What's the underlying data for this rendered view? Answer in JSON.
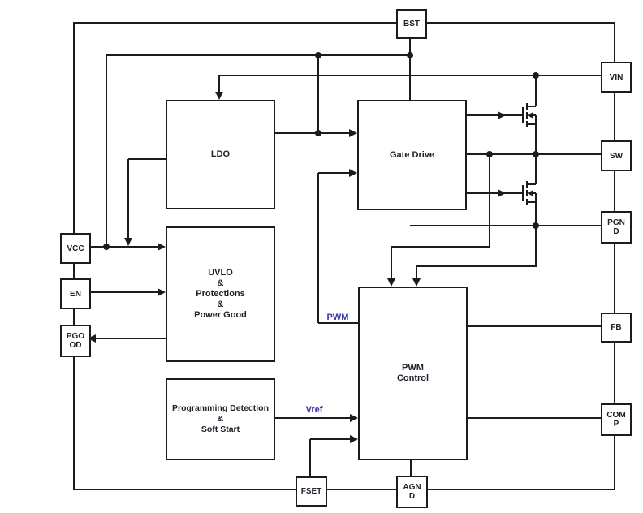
{
  "diagram": {
    "blocks": {
      "ldo": {
        "lines": [
          "LDO"
        ]
      },
      "gate_drive": {
        "lines": [
          "Gate Drive"
        ]
      },
      "uvlo": {
        "lines": [
          "UVLO",
          "&",
          "Protections",
          "&",
          "Power Good"
        ]
      },
      "prog_detect": {
        "lines": [
          "Programming Detection",
          "&",
          "Soft Start"
        ]
      },
      "pwm_control": {
        "lines": [
          "PWM",
          "Control"
        ]
      }
    },
    "pins": {
      "bst": {
        "lines": [
          "BST"
        ]
      },
      "vin": {
        "lines": [
          "VIN"
        ]
      },
      "sw": {
        "lines": [
          "SW"
        ]
      },
      "pgnd": {
        "lines": [
          "PGN",
          "D"
        ]
      },
      "fb": {
        "lines": [
          "FB"
        ]
      },
      "comp": {
        "lines": [
          "COM",
          "P"
        ]
      },
      "vcc": {
        "lines": [
          "VCC"
        ]
      },
      "en": {
        "lines": [
          "EN"
        ]
      },
      "pgood": {
        "lines": [
          "PGO",
          "OD"
        ]
      },
      "fset": {
        "lines": [
          "FSET"
        ]
      },
      "agnd": {
        "lines": [
          "AGN",
          "D"
        ]
      }
    },
    "signals": {
      "pwm": "PWM",
      "vref": "Vref"
    },
    "colors": {
      "line": "#1c1c1c",
      "text": "#21212b",
      "signal_label": "#3a35ad",
      "background": "#ffffff"
    }
  }
}
